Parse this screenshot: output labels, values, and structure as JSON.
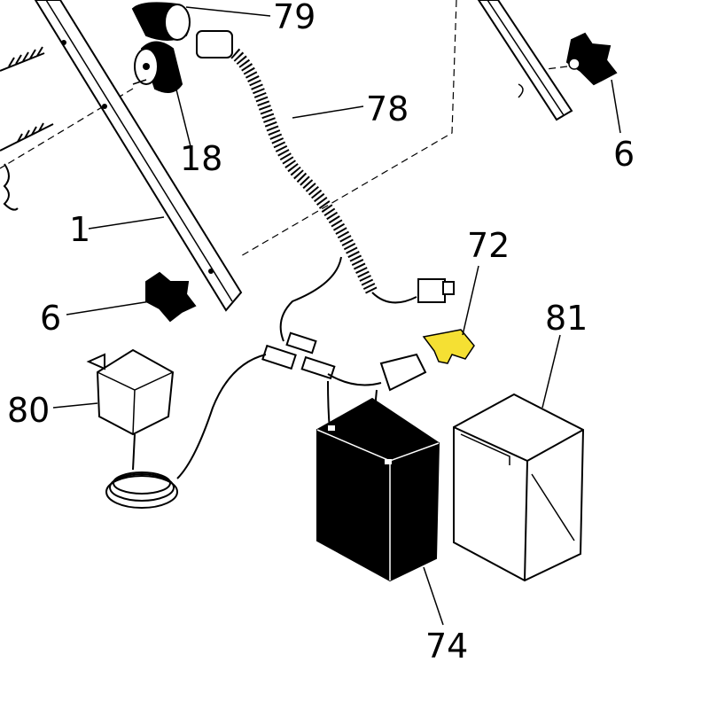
{
  "callouts": {
    "c79": "79",
    "c78": "78",
    "c18": "18",
    "c6_right": "6",
    "c1": "1",
    "c72": "72",
    "c81": "81",
    "c6_left": "6",
    "c80": "80",
    "c74": "74"
  },
  "highlight_color": "#f5e033"
}
